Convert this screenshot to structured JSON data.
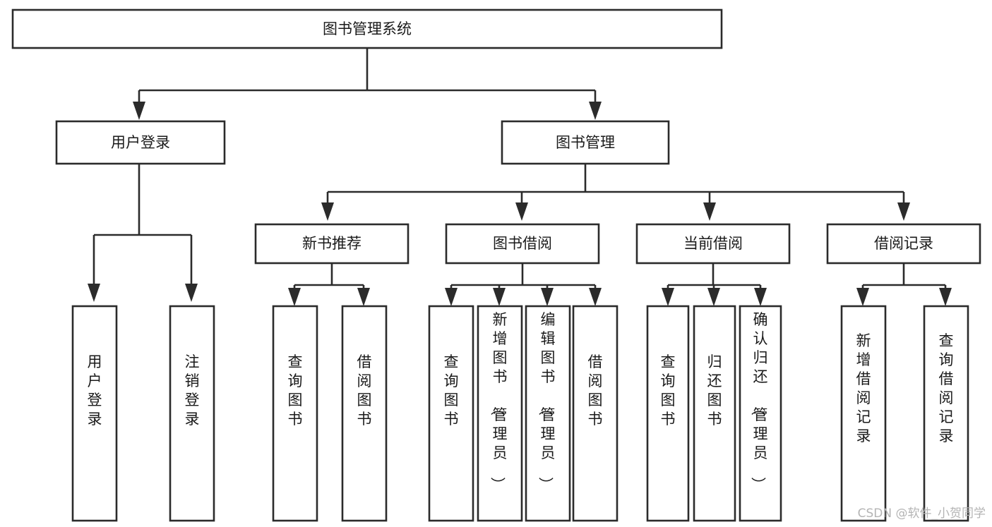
{
  "diagram": {
    "kind": "tree-functional-structure",
    "title": "图书管理系统",
    "background_color": "#ffffff",
    "line_color": "#2b2b2b",
    "text_color": "#1a1a1a",
    "watermark": "CSDN @软件_小贺同学",
    "watermark_color": "#b4b4b4"
  },
  "nodes": {
    "root": {
      "label": "图书管理系统",
      "level": 1
    },
    "level2": [
      {
        "id": "user-login",
        "label": "用户登录"
      },
      {
        "id": "book-manage",
        "label": "图书管理"
      }
    ],
    "level3": [
      {
        "id": "new-book-recommend",
        "label": "新书推荐"
      },
      {
        "id": "book-borrow",
        "label": "图书借阅"
      },
      {
        "id": "current-borrow",
        "label": "当前借阅"
      },
      {
        "id": "borrow-record",
        "label": "借阅记录"
      }
    ],
    "leaves": {
      "user-login": [
        {
          "id": "leaf-user-login",
          "label": "用户登录"
        },
        {
          "id": "leaf-logout-login",
          "label": "注销登录"
        }
      ],
      "new-book-recommend": [
        {
          "id": "leaf-query-book-1",
          "label": "查询图书"
        },
        {
          "id": "leaf-borrow-book-1",
          "label": "借阅图书"
        }
      ],
      "book-borrow": [
        {
          "id": "leaf-query-book-2",
          "label": "查询图书"
        },
        {
          "id": "leaf-add-book",
          "label": "新增图书（管理员）"
        },
        {
          "id": "leaf-edit-book",
          "label": "编辑图书（管理员）"
        },
        {
          "id": "leaf-borrow-book-2",
          "label": "借阅图书"
        }
      ],
      "current-borrow": [
        {
          "id": "leaf-query-book-3",
          "label": "查询图书"
        },
        {
          "id": "leaf-return-book",
          "label": "归还图书"
        },
        {
          "id": "leaf-confirm-return",
          "label": "确认归还（管理员）"
        }
      ],
      "borrow-record": [
        {
          "id": "leaf-add-record",
          "label": "新增借阅记录"
        },
        {
          "id": "leaf-query-record",
          "label": "查询借阅记录"
        }
      ]
    }
  }
}
